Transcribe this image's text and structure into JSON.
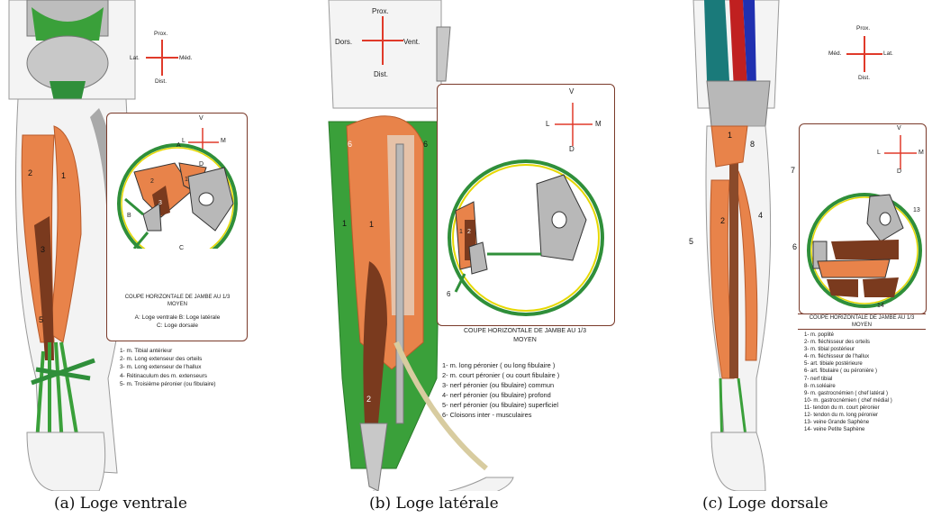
{
  "captions": {
    "a": "(a) Loge ventrale",
    "b": "(b) Loge latérale",
    "c": "(c) Loge dorsale"
  },
  "panel_a": {
    "compass": {
      "top": "Prox.",
      "bottom": "Dist.",
      "left": "Lat.",
      "right": "Méd."
    },
    "box_compass": {
      "top": "V",
      "bottom": "D",
      "left": "L",
      "right": "M"
    },
    "box_labels": {
      "A": "A",
      "B": "B",
      "C": "C",
      "n1": "1",
      "n2": "2",
      "n3": "3"
    },
    "leg_labels": {
      "n1": "1",
      "n2": "2",
      "n3": "3",
      "n5": "5"
    },
    "section_title": [
      "COUPE HORIZONTALE DE JAMBE AU 1/3",
      "MOYEN"
    ],
    "section_sub": [
      "A: Loge ventrale  B: Loge latérale",
      "C: Loge dorsale"
    ],
    "legend": [
      "1- m. Tibial antérieur",
      "2- m. Long extenseur des orteils",
      "3- m. Long extenseur de l'hallux",
      "4- Rétinaculum des m. extenseurs",
      "5- m. Troisième péronier (ou fibulaire)"
    ]
  },
  "panel_b": {
    "compass": {
      "top": "Prox.",
      "bottom": "Dist.",
      "left": "Dors.",
      "right": "Vent."
    },
    "box_compass": {
      "top": "V",
      "bottom": "D",
      "left": "L",
      "right": "M"
    },
    "leg_labels": {
      "n6a": "6",
      "n6b": "6",
      "n1a": "1",
      "n1b": "1",
      "n2": "2"
    },
    "box_labels": {
      "n1": "1",
      "n2": "2",
      "n6": "6"
    },
    "section_title": [
      "COUPE HORIZONTALE DE JAMBE AU 1/3",
      "MOYEN"
    ],
    "legend": [
      "1- m. long péronier ( ou long fibulaire )",
      "2- m. court péronier ( ou court fibulaire )",
      "3- nerf péronier (ou fibulaire) commun",
      "4- nerf péronier (ou fibulaire) profond",
      "5- nerf péronier (ou fibulaire) superficiel",
      "6- Cloisons inter - musculaires"
    ]
  },
  "panel_c": {
    "compass": {
      "top": "Prox.",
      "bottom": "Dist.",
      "left": "Méd.",
      "right": "Lat."
    },
    "box_compass": {
      "top": "V",
      "bottom": "D",
      "left": "L",
      "right": "M"
    },
    "leg_labels": {
      "n1": "1",
      "n2": "2",
      "n4": "4",
      "n5": "5",
      "n6": "6",
      "n7": "7",
      "n8": "8"
    },
    "box_labels": {
      "n13": "13",
      "n14": "14"
    },
    "section_title": [
      "COUPE HORIZONTALE DE JAMBE AU 1/3",
      "MOYEN"
    ],
    "legend": [
      "1- m. poplité",
      "2- m. fléchisseur des orteils",
      "3- m. tibial postérieur",
      "4- m. fléchisseur de l'hallux",
      "5- art. tibiale postérieure",
      "6- art. fibulaire ( ou péronière )",
      "7- nerf tibial",
      "8- m.soléaire",
      "9- m. gastrocnémien ( chef latéral )",
      "10- m. gastrocnémien ( chef médial )",
      "11- tendon du m. court péronier",
      "12- tendon du m. long péronier",
      "13- veine Grande Saphène",
      "14- veine Petite Saphène"
    ]
  },
  "colors": {
    "muscle": "#e8834a",
    "muscle_dark": "#7a3a1e",
    "green": "#3aa03a",
    "bone": "#b8b8b8",
    "arrow": "#e03a2a",
    "box_border": "#7a3a2a"
  }
}
